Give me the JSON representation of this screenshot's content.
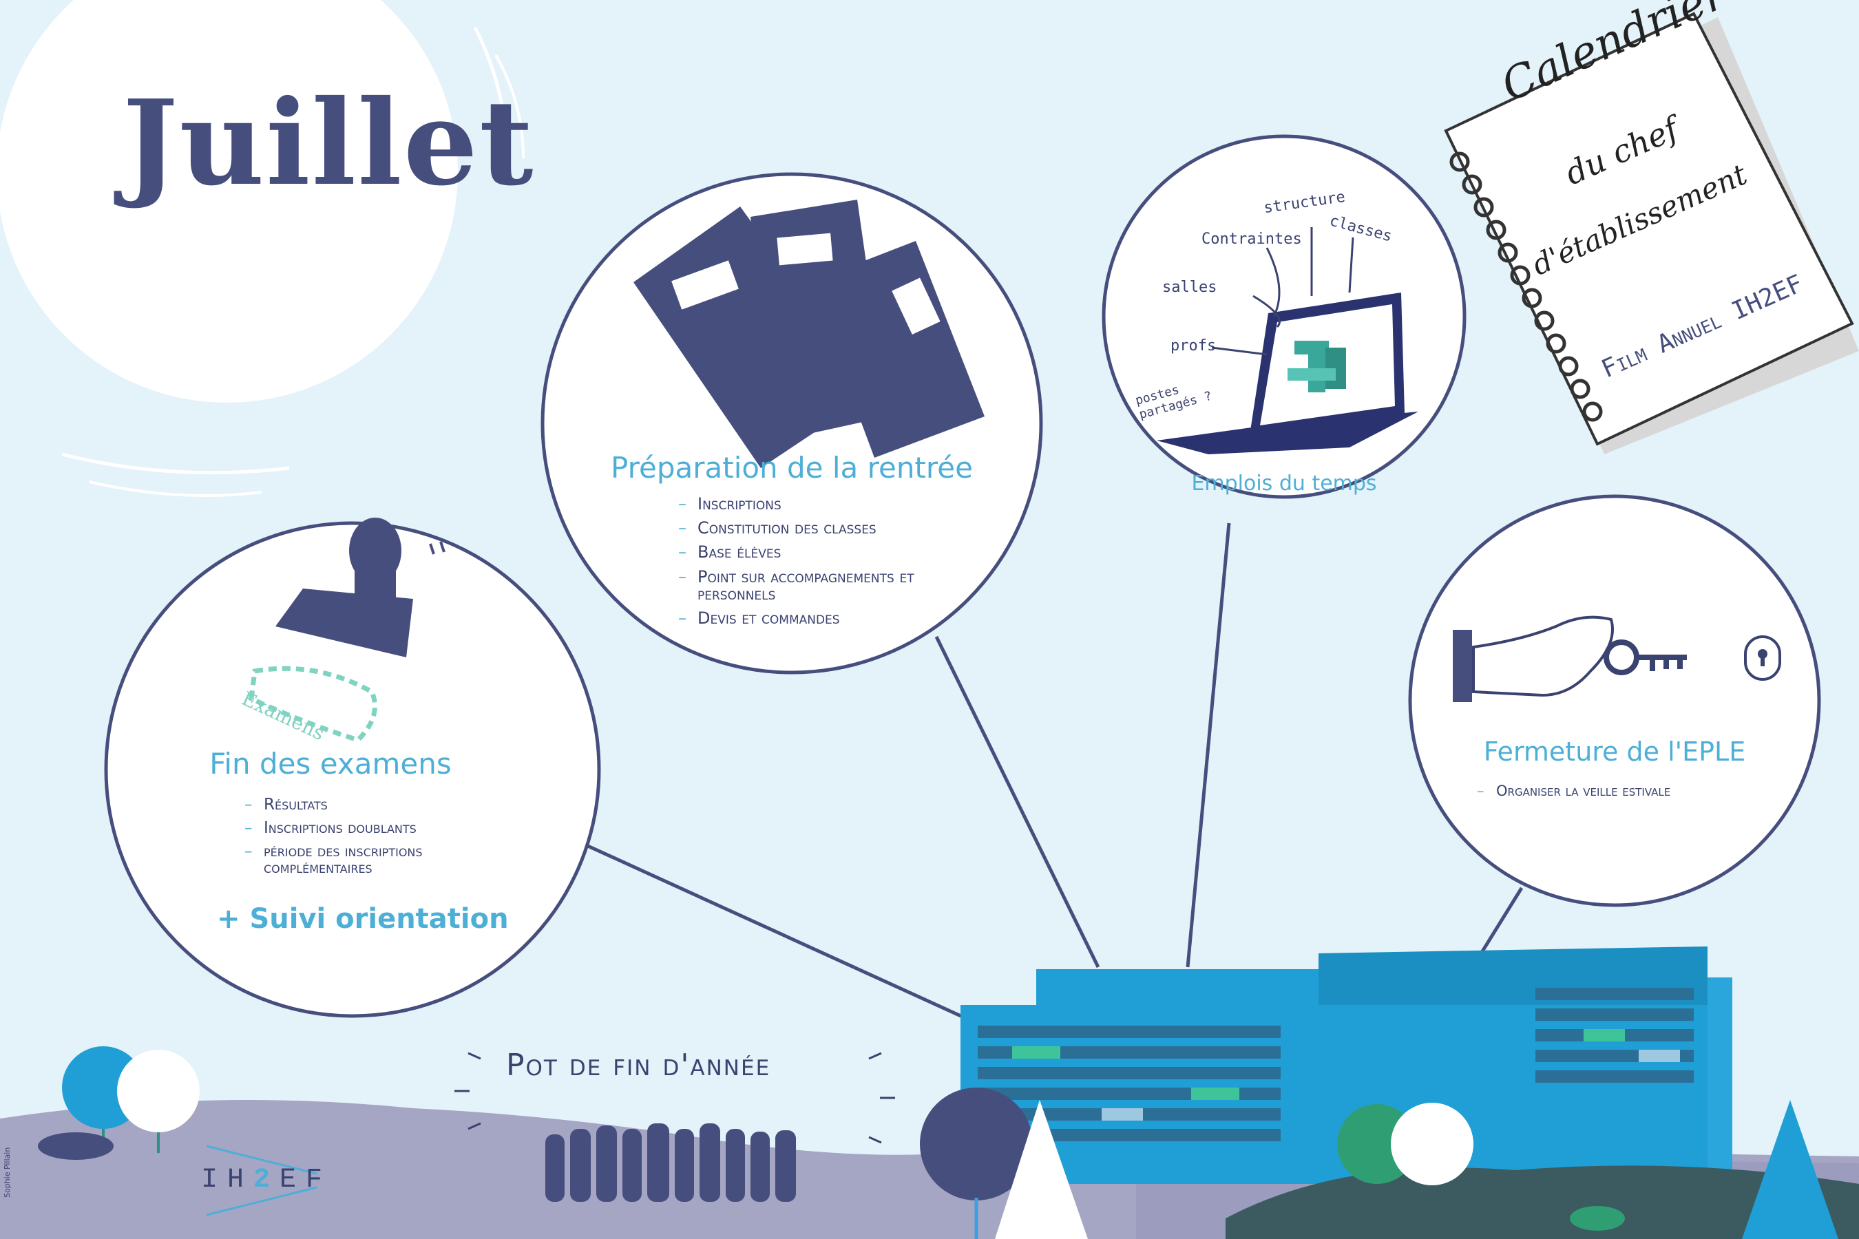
{
  "title": "Juillet",
  "calendar": {
    "line1": "Calendrier",
    "line2": "du chef",
    "line3": "d'établissement",
    "subtitle": "Film Annuel IH2EF"
  },
  "circles": {
    "examens": {
      "stamp_text": "Examens",
      "title": "Fin des examens",
      "items": [
        "Résultats",
        "Inscriptions doublants",
        "période des inscriptions complémentaires"
      ],
      "extra": "+ Suivi orientation"
    },
    "rentree": {
      "title": "Préparation de la rentrée",
      "items": [
        "Inscriptions",
        "Constitution des classes",
        "Base élèves",
        "Point sur accompagnements et personnels",
        "Devis et commandes"
      ]
    },
    "emplois": {
      "title": "Emplois du temps",
      "labels": [
        "structure",
        "Contraintes",
        "classes",
        "salles",
        "profs",
        "postes partagés ?"
      ]
    },
    "fermeture": {
      "title": "Fermeture de l'EPLE",
      "items": [
        "Organiser la veille estivale"
      ]
    }
  },
  "pot": "Pot de fin d'année",
  "logo": {
    "left": "IH",
    "mid": "2",
    "right": "EF"
  },
  "credit": "Sophie Pillain",
  "colors": {
    "navy": "#464e7e",
    "accent": "#4eafd6",
    "building": "#1f9fd6",
    "ground": "#a5a5c4"
  }
}
